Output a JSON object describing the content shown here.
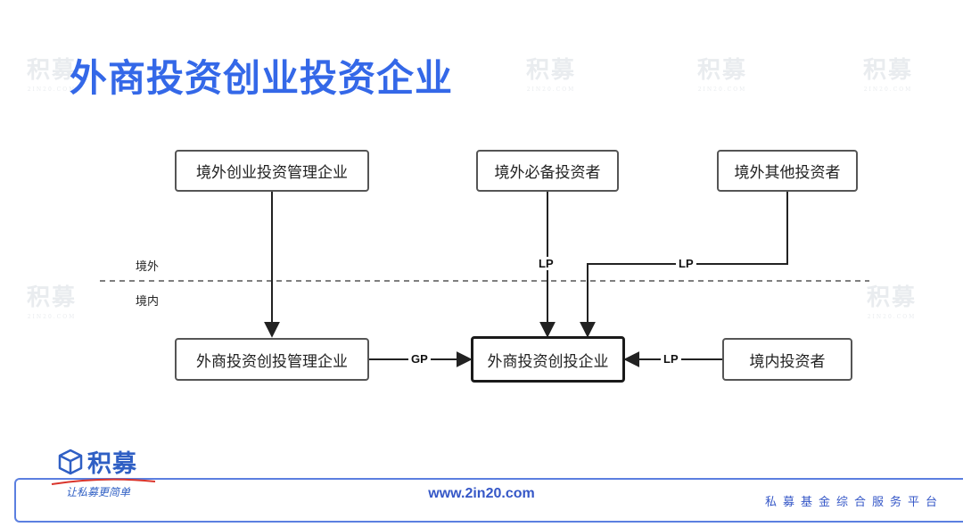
{
  "title": "外商投资创业投资企业",
  "watermark": {
    "text": "积募",
    "sub": "2IN20.COM"
  },
  "regions": {
    "outside": "境外",
    "inside": "境内"
  },
  "nodes": {
    "foreign_vc_manager": "境外创业投资管理企业",
    "foreign_essential_investor": "境外必备投资者",
    "foreign_other_investor": "境外其他投资者",
    "fie_vc_manager": "外商投资创投管理企业",
    "fie_vc_enterprise": "外商投资创投企业",
    "domestic_investor": "境内投资者"
  },
  "edge_labels": {
    "gp": "GP",
    "lp_essential": "LP",
    "lp_other": "LP",
    "lp_domestic": "LP"
  },
  "footer": {
    "brand": "积募",
    "tagline": "让私募更简单",
    "url": "www.2in20.com",
    "slogan": "私募基金综合服务平台"
  },
  "colors": {
    "accent": "#3468e8",
    "footer": "#3557c7"
  }
}
